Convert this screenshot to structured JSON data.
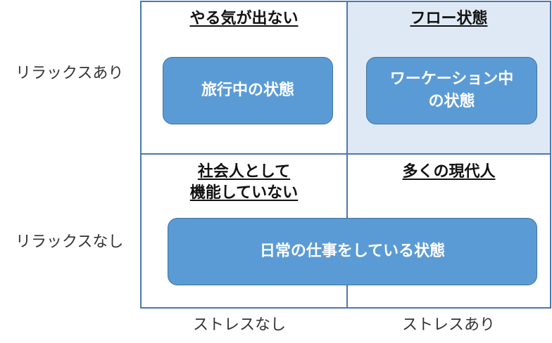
{
  "rows": {
    "top_label": "リラックスあり",
    "bottom_label": "リラックスなし"
  },
  "columns": {
    "left_label": "ストレスなし",
    "right_label": "ストレスあり"
  },
  "quadrants": {
    "top_left": {
      "title": "やる気が出ない",
      "item": "旅行中の状態"
    },
    "top_right": {
      "title": "フロー状態",
      "item_line1": "ワーケーション中",
      "item_line2": "の状態"
    },
    "bottom_left": {
      "title_line1": "社会人として",
      "title_line2": "機能していない"
    },
    "bottom_right": {
      "title": "多くの現代人"
    }
  },
  "spanning_item": "日常の仕事をしている状態",
  "colors": {
    "pill_fill": "#5b9bd5",
    "pill_border": "#41719c",
    "highlight_quadrant": "#dfe9f6",
    "grid_line": "#4a78b0"
  }
}
